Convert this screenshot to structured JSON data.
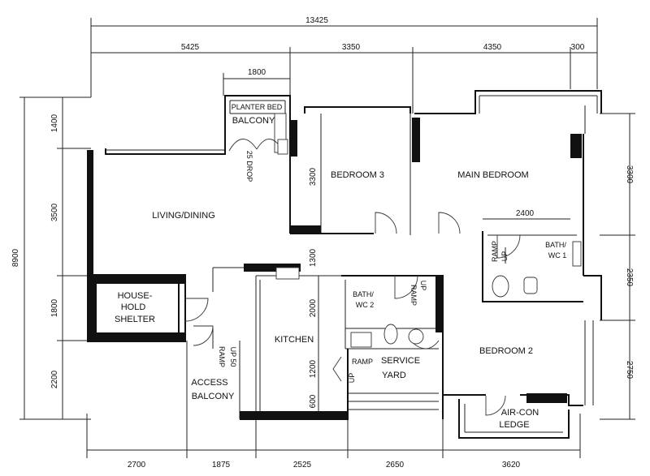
{
  "dimensions": {
    "top_overall": "13425",
    "top_segments": [
      "5425",
      "3350",
      "4350",
      "300"
    ],
    "top_balcony": "1800",
    "bottom_segments": [
      "2700",
      "1875",
      "2525",
      "2650",
      "3620"
    ],
    "left_overall": "8900",
    "left_segments": [
      "1400",
      "3500",
      "1800",
      "2200"
    ],
    "right_segments": [
      "3300",
      "2350",
      "2750"
    ],
    "interior": {
      "bedroom3_depth": "3300",
      "main_wc_width": "2400",
      "corridor": "1300",
      "kitchen_upper": "2000",
      "kitchen_mid": "1200",
      "kitchen_lower": "600"
    }
  },
  "rooms": {
    "planter_bed": "PLANTER BED",
    "balcony": "BALCONY",
    "drop_25": "25 DROP",
    "living_dining": "LIVING/DINING",
    "bedroom3": "BEDROOM 3",
    "main_bedroom": "MAIN BEDROOM",
    "bath_wc1_line1": "BATH/",
    "bath_wc1_line2": "WC 1",
    "household_shelter_line1": "HOUSE-",
    "household_shelter_line2": "HOLD",
    "household_shelter_line3": "SHELTER",
    "bath_wc2_line1": "BATH/",
    "bath_wc2_line2": "WC 2",
    "kitchen": "KITCHEN",
    "service_yard_line1": "SERVICE",
    "service_yard_line2": "YARD",
    "bedroom2": "BEDROOM 2",
    "access_balcony_line1": "ACCESS",
    "access_balcony_line2": "BALCONY",
    "aircon_ledge_line1": "AIR-CON",
    "aircon_ledge_line2": "LEDGE"
  },
  "ramps": {
    "ramp_label": "RAMP",
    "up_50": "UP 50",
    "up": "UP"
  }
}
